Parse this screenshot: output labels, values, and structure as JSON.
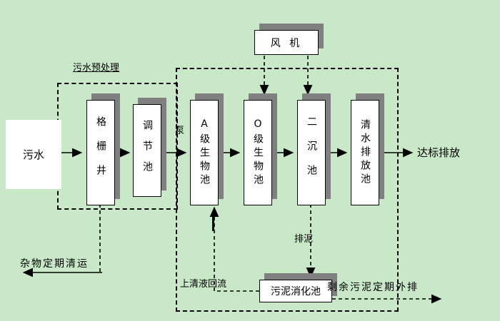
{
  "diagram": {
    "background_color": "#c8e8c8",
    "shadow_color": "#808080",
    "line_color": "#000000",
    "influent_label": "污水",
    "effluent_label": "达标排放",
    "pretreatment_label": "污水预处理",
    "pump_label": "泵",
    "debris_label": "杂物定期清运",
    "supernatant_return_label": "上清液回流",
    "sludge_discharge_label": "排泥",
    "excess_sludge_label": "剩余污泥定期外排",
    "blower_label": "风 机",
    "sludge_digester_label": "污泥消化池",
    "tanks": {
      "grid_well": "格栅井",
      "regulating_tank": "调节池",
      "a_bio_tank": "A级生物池",
      "o_bio_tank": "O级生物池",
      "secondary_clarifier": "二沉池",
      "clear_water_discharge_tank": "清水排放池"
    }
  }
}
